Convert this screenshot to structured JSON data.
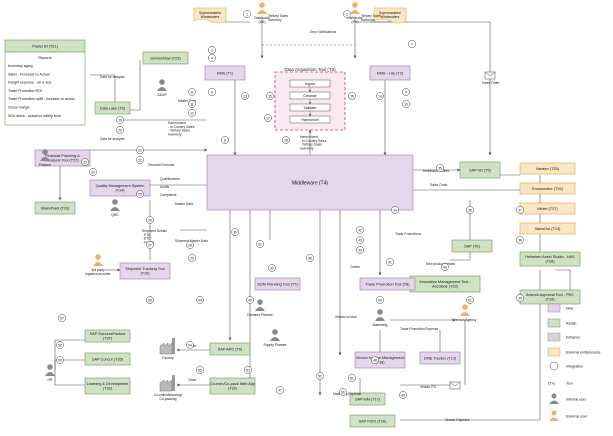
{
  "colors": {
    "new": "#e6d6ec",
    "new_stroke": "#9b7aa8",
    "retain": "#cfe2c4",
    "retain_stroke": "#6e9a5b",
    "enhance": "#d5d5d5",
    "external": "#fbe6c4",
    "external_stroke": "#d9a441",
    "line": "#555555"
  },
  "boxes": [
    {
      "id": "powerbi",
      "label": "Power BI (T21)",
      "kind": "retain"
    },
    {
      "id": "servicenow",
      "label": "ServiceNow (T23)",
      "kind": "retain"
    },
    {
      "id": "datalake",
      "label": "Data Lake (T9)",
      "kind": "retain"
    },
    {
      "id": "dms_uk",
      "label": "DMS (T1)",
      "kind": "new"
    },
    {
      "id": "dms_ph",
      "label": "DMS - Lite (T2)",
      "kind": "new"
    },
    {
      "id": "fpa",
      "label": "Financial Planning & Analysis Tool (T22)",
      "kind": "new"
    },
    {
      "id": "sharepoint",
      "label": "SharePoint (T20)",
      "kind": "retain"
    },
    {
      "id": "qms",
      "label": "Quality Management System (T14)",
      "kind": "new"
    },
    {
      "id": "middleware",
      "label": "Middleware (T4)",
      "kind": "new"
    },
    {
      "id": "sap_sd",
      "label": "SAP SD (T5)",
      "kind": "retain"
    },
    {
      "id": "nielsen",
      "label": "Nielsen (T25)",
      "kind": "external"
    },
    {
      "id": "euromonitor",
      "label": "Euromonitor (T26)",
      "kind": "external"
    },
    {
      "id": "mintel",
      "label": "Mintel (T27)",
      "kind": "external"
    },
    {
      "id": "salesout",
      "label": "SalesOut (T14)",
      "kind": "external"
    },
    {
      "id": "shipment",
      "label": "Shipment Tracking Tool (T10)",
      "kind": "new"
    },
    {
      "id": "sap_t6",
      "label": "SAP (T6)",
      "kind": "retain"
    },
    {
      "id": "hwas",
      "label": "Heineken Asset Studio - HAS (T28)",
      "kind": "retain"
    },
    {
      "id": "artwork",
      "label": "Artwork Approval Tool - PRC (T19)",
      "kind": "retain"
    },
    {
      "id": "innovation",
      "label": "Innovation Management Tool - Accolade (T23)",
      "kind": "retain"
    },
    {
      "id": "tpt",
      "label": "Trade Promotion Tool (T8)",
      "kind": "new"
    },
    {
      "id": "sop",
      "label": "SOM Planning Tool (T7)",
      "kind": "new"
    },
    {
      "id": "successfactors",
      "label": "SAP SuccessFactors (T37)",
      "kind": "retain"
    },
    {
      "id": "concur",
      "label": "SAP Concur (T35)",
      "kind": "retain"
    },
    {
      "id": "learning",
      "label": "Learning & Development (T32)",
      "kind": "retain"
    },
    {
      "id": "sap_apo",
      "label": "SAP APO (T9)",
      "kind": "retain"
    },
    {
      "id": "copack",
      "label": "Co-man/Co-pack Web App (T32)",
      "kind": "retain"
    },
    {
      "id": "vms",
      "label": "Vendor Invoice Management (T18)",
      "kind": "new"
    },
    {
      "id": "dmetracker",
      "label": "DME Tracker (T13)",
      "kind": "new"
    },
    {
      "id": "sap_mm",
      "label": "SAP MM (T17)",
      "kind": "retain"
    },
    {
      "id": "sap_fico",
      "label": "SAP FICO (T16)",
      "kind": "retain"
    }
  ],
  "powerbi_reports_title": "Reports",
  "powerbi_reports": [
    "Inventory aging",
    "Sales - Forecast vs Actual",
    "Freight expense - air & sea",
    "Trade Promotion ROI",
    "Trade Promotion uplift - forecast vs actual",
    "Gross margin",
    "SKU stock - actual vs safety level"
  ],
  "data_acq": {
    "title": "Data Acquisition Tool (T3)",
    "steps": [
      "Ingest",
      "Cleanse",
      "Validate",
      "Harmonize"
    ]
  },
  "documents": [
    {
      "id": "doc_uk",
      "label": "Supermarkets/ Wholesalers"
    },
    {
      "id": "doc_ph",
      "label": "Supermarkets/ Wholesalers"
    }
  ],
  "actors": [
    {
      "id": "distributor_uk",
      "label": "Distributor (UK)"
    },
    {
      "id": "distributor_ph",
      "label": "Distributor (PH)"
    },
    {
      "id": "sdop",
      "label": "S&OP"
    },
    {
      "id": "finance",
      "label": "Finance"
    },
    {
      "id": "qrc",
      "label": "QRC"
    },
    {
      "id": "threepl",
      "label": "3rd party logistics provider"
    },
    {
      "id": "hr",
      "label": "HR"
    },
    {
      "id": "demand_planner",
      "label": "Demand Planner"
    },
    {
      "id": "supply_planner",
      "label": "Supply Planner"
    },
    {
      "id": "marketing",
      "label": "Marketing"
    },
    {
      "id": "vendor_agency",
      "label": "Vendor/Agency"
    },
    {
      "id": "factory",
      "label": "Factory"
    },
    {
      "id": "copacking",
      "label": "Co-manufacturing/ Co-packing"
    }
  ],
  "labels": {
    "tertiary_sales_uk": "Tertiary Sales Inventory",
    "tertiary_sales_ph": "Tertiary Sales Inventory",
    "error_notifications": "Error Notifications",
    "sales_order": "Sales Order",
    "distributor_orders": "Distributor Orders",
    "sales_order_mid": "Sales Order",
    "data_for_analysis_1": "Data for analysis",
    "data_for_analysis_2": "Data for analysis",
    "demand_forecast": "Demand Forecast",
    "master_data_left": "Master Data",
    "qualifications": "Qualifications",
    "audits": "Audits",
    "complaints": "Complaints",
    "master_data_mid": "Master Data",
    "harmonized_left": "Harmonized - In Country Sales - Tertiary Sales Inventory",
    "harmonized_center": "Harmonized - In Country Sales - Tertiary Sales Inventory",
    "trade_promotions": "Trade Promotions",
    "new_product_details": "New product details",
    "shipment_details": "Shipment Details - ETA - ETD - Freight",
    "shipment_master": "Shipment Master Data",
    "orders": "Orders",
    "vendor_invoice": "Vendor Invoice",
    "marketing_expense": "Marketing Expense",
    "vendor_po": "Vendor PO",
    "vendor_payment": "Vendor Payment",
    "trade_promotion_expense": "Trade Promotion Expense",
    "order_fact": "Order",
    "order_copack": "Order"
  },
  "numbers": [
    "1",
    "2",
    "3",
    "4",
    "5",
    "6",
    "7",
    "8",
    "9",
    "10",
    "11",
    "12",
    "13",
    "14",
    "15",
    "16",
    "17",
    "18",
    "19",
    "20",
    "21",
    "22",
    "23",
    "24",
    "25",
    "26",
    "27",
    "28",
    "29",
    "30",
    "31",
    "32",
    "33",
    "34",
    "35",
    "36",
    "37",
    "38",
    "39",
    "40",
    "41",
    "42",
    "43",
    "44",
    "45",
    "46",
    "47",
    "48",
    "49",
    "50",
    "51",
    "52",
    "53",
    "54",
    "55",
    "56",
    "57",
    "58",
    "59",
    "60",
    "61"
  ],
  "legend": [
    {
      "label": "New",
      "kind": "new"
    },
    {
      "label": "Retain",
      "kind": "retain"
    },
    {
      "label": "Enhance",
      "kind": "enhance"
    },
    {
      "label": "External entity/source",
      "kind": "external"
    },
    {
      "label": "Integration",
      "kind": "integration"
    },
    {
      "label": "Tool",
      "kind": "tool"
    },
    {
      "label": "Internal user",
      "kind": "internal"
    },
    {
      "label": "External user",
      "kind": "externaluser"
    }
  ],
  "tool_legend_symbol": "(Tx)"
}
